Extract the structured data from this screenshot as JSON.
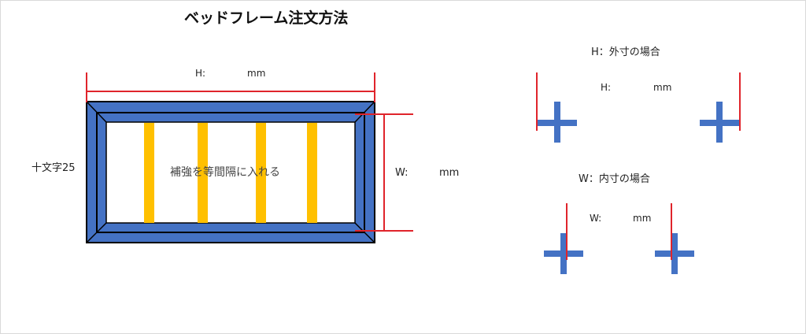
{
  "title": "ベッドフレーム注文方法",
  "main_diagram": {
    "h_label": "H:",
    "h_unit": "mm",
    "w_label": "W:",
    "w_unit": "mm",
    "profile_label": "十文字25",
    "reinforcement_note": "補強を等間隔に入れる"
  },
  "outer_example": {
    "caption": "H：外寸の場合",
    "h_label": "H:",
    "h_unit": "mm"
  },
  "inner_example": {
    "caption": "W：内寸の場合",
    "w_label": "W:",
    "w_unit": "mm"
  },
  "colors": {
    "frame_blue": "#4472C4",
    "reinforcement_yellow": "#FFC000",
    "dimension_red": "#E0242B",
    "outline_black": "#000000"
  }
}
